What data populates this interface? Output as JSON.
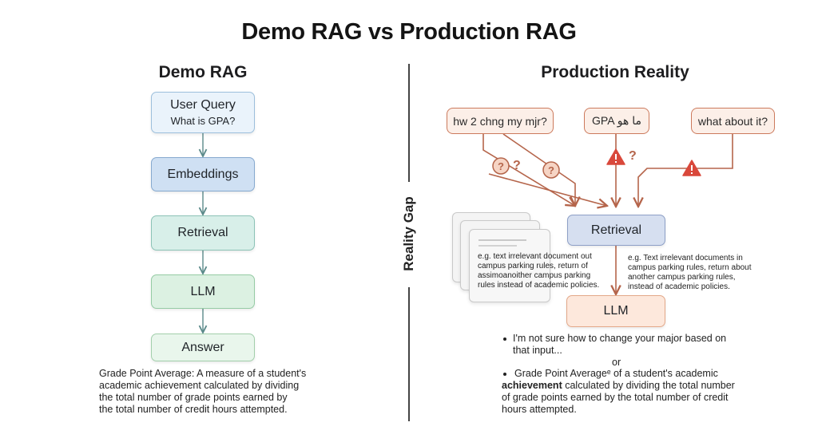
{
  "title": "Demo RAG vs Production RAG",
  "demo": {
    "heading": "Demo RAG",
    "query_label": "User Query",
    "query_example": "What is GPA?",
    "embeddings": "Embeddings",
    "retrieval": "Retrieval",
    "llm": "LLM",
    "answer": "Answer",
    "answer_text": [
      "Grade Point Average: A measure of a student's",
      "academic achievement calculated by dividing",
      "the total number of grade points earned by",
      "the total number of credit hours attempted."
    ]
  },
  "divider": {
    "label": "Reality Gap"
  },
  "production": {
    "heading": "Production Reality",
    "queries": [
      "hw 2 chng my mjr?",
      "GPA ما هو",
      "what about it?"
    ],
    "question_mark": "?",
    "retrieval": "Retrieval",
    "llm": "LLM",
    "doc_text": [
      "e.g. text irrelevant document out",
      "campus parking rules, return of",
      "assimoanoither campus parking",
      "rules instead of academic policies."
    ],
    "retrieval_note": [
      "e.g. Text irrelevant documents in",
      "campus parking rules, return about",
      "another campus parking rules,",
      "instead of academic policies."
    ],
    "output_1": [
      "I'm not sure how to change your major based on",
      "that input..."
    ],
    "or_label": "or",
    "output_2_first": "Grade Point Averageᵉ of a student's academic",
    "output_2_bold": "achievement",
    "output_2_rest": [
      "calculated by dividing the total number",
      "of grade points earned by the total number of credit",
      "hours attempted."
    ]
  },
  "colors": {
    "arrow_demo": "#5b8a8a",
    "arrow_prod": "#b5654b",
    "warning": "#d9483b",
    "query_border": "#cc7a5c"
  },
  "icons": [
    "question-circle-icon",
    "warning-triangle-icon",
    "document-icon"
  ]
}
